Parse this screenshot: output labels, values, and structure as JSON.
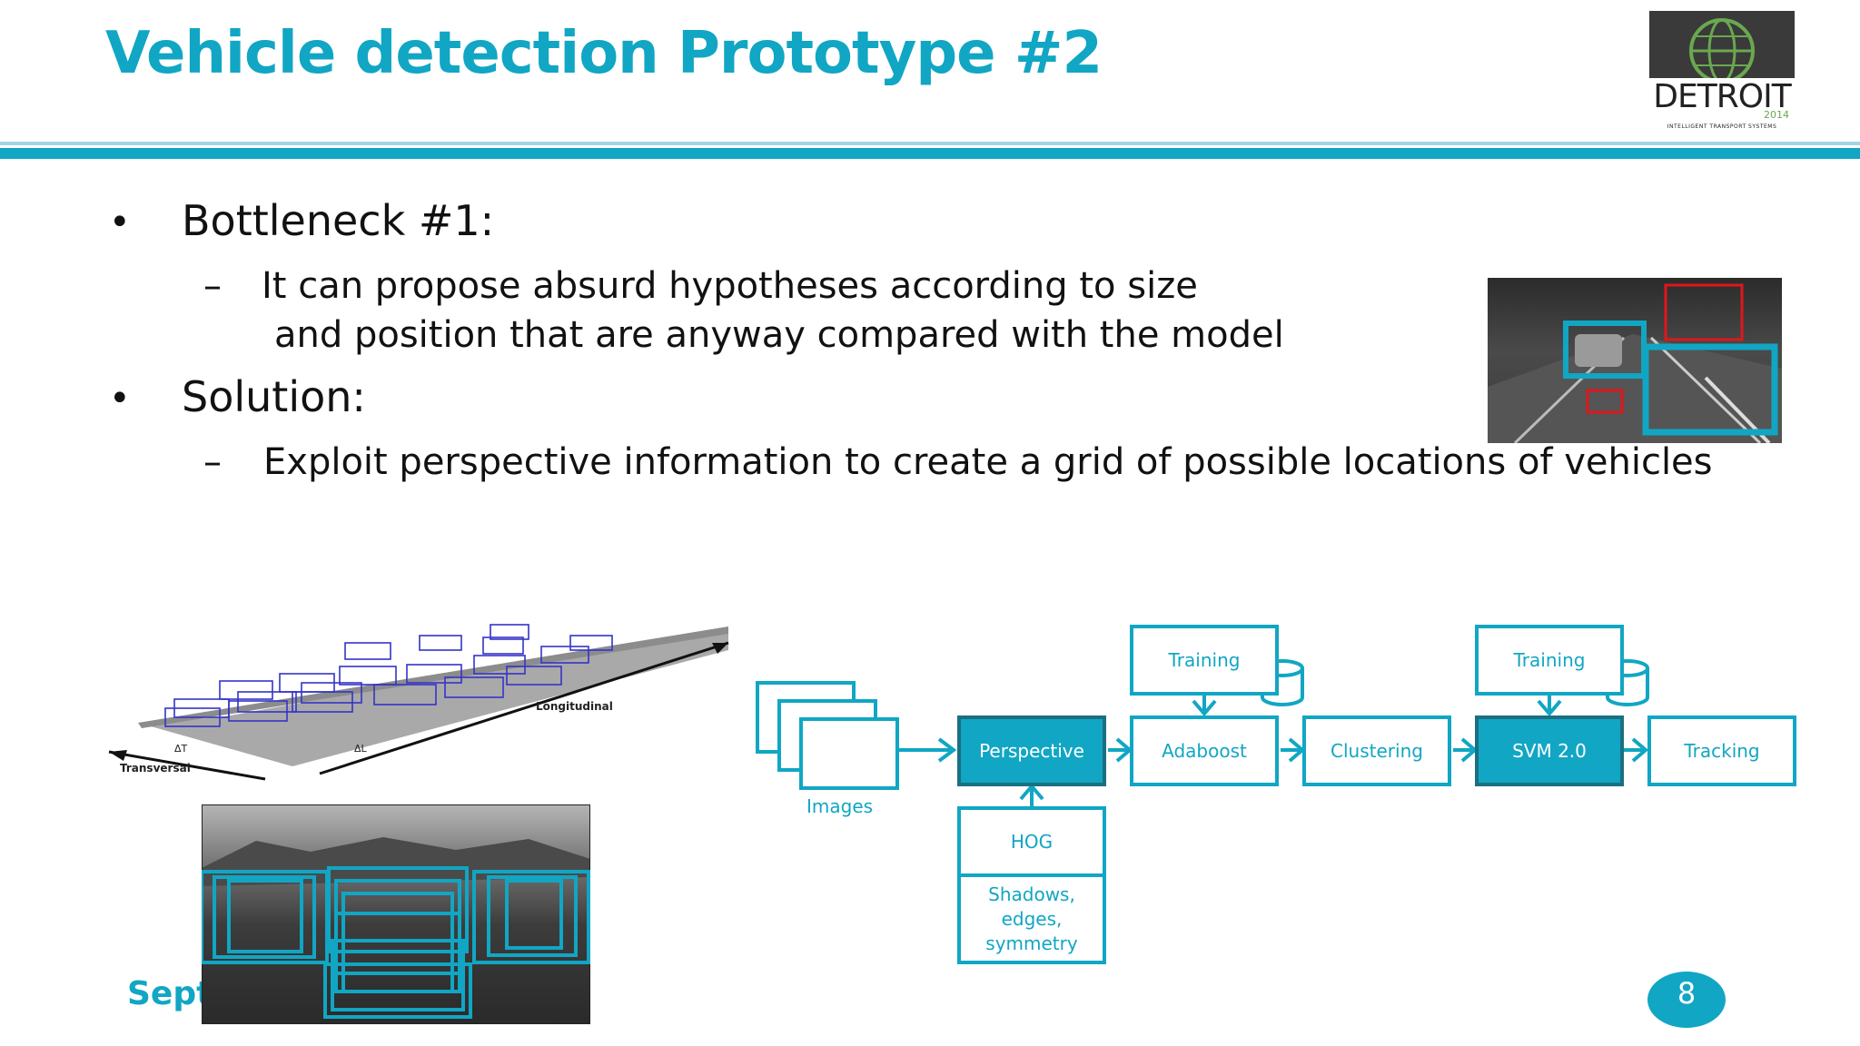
{
  "slide": {
    "title": "Vehicle detection Prototype #2",
    "page_number": "8",
    "footer_date": "Septe"
  },
  "logo": {
    "word": "DETROIT",
    "year": "2014",
    "subtitle": "INTELLIGENT TRANSPORT SYSTEMS"
  },
  "bullets": [
    {
      "text": "Bottleneck #1:",
      "sub": [
        "It can propose absurd hypotheses according to size",
        "and position that are anyway compared with the model"
      ]
    },
    {
      "text": "Solution:",
      "sub": [
        "Exploit perspective information to create a grid of possible locations of vehicles"
      ]
    }
  ],
  "grid_figure": {
    "label_longitudinal": "Longitudinal",
    "label_transversal": "Transversal",
    "label_dt": "ΔT",
    "label_dl": "ΔL"
  },
  "pipeline": {
    "images_label": "Images",
    "perspective": "Perspective",
    "adaboost": "Adaboost",
    "clustering": "Clustering",
    "svm": "SVM 2.0",
    "tracking": "Tracking",
    "training_1": "Training",
    "training_2": "Training",
    "hog": "HOG",
    "features": "Shadows, edges, symmetry"
  },
  "colors": {
    "accent": "#11a6c4",
    "accent_dark": "#1b6f82",
    "hypothesis_red": "#e0161b"
  }
}
